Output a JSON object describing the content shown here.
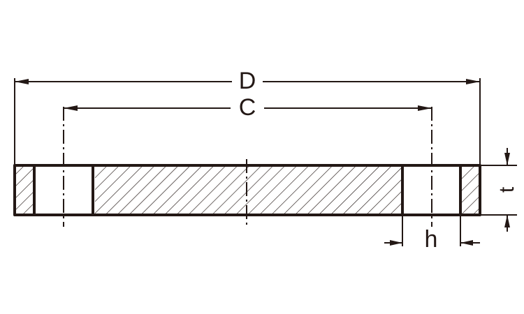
{
  "dimensions": {
    "outer_diameter": "D",
    "bolt_circle": "C",
    "thickness": "t",
    "hole_diameter": "h"
  },
  "colors": {
    "line": "#231815",
    "background": "#ffffff"
  }
}
